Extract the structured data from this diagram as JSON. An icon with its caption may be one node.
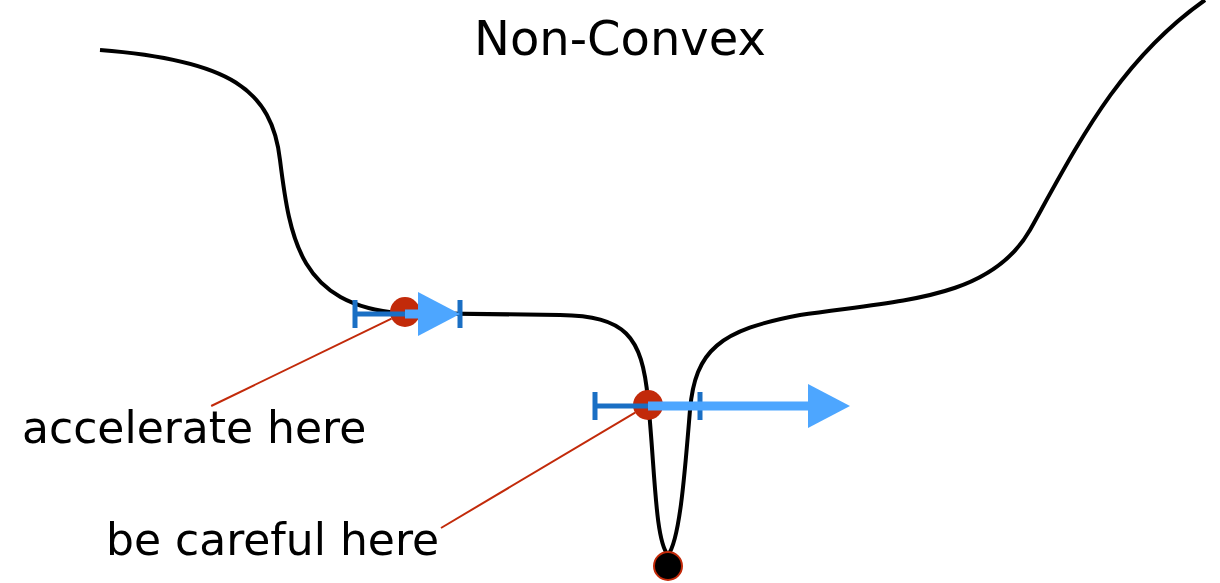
{
  "diagram": {
    "title": "Non-Convex",
    "nodes": [
      {
        "text": [
          "accelerate here"
        ]
      },
      {
        "text": [
          "be careful here"
        ]
      },
      {
        "text": [],
        "shape": "circle"
      },
      {
        "text": [],
        "shape": "circle"
      }
    ],
    "edges": [
      {
        "from": 0,
        "to": 2,
        "arrow": "none"
      },
      {
        "from": 1,
        "to": 3,
        "arrow": "none"
      }
    ]
  }
}
